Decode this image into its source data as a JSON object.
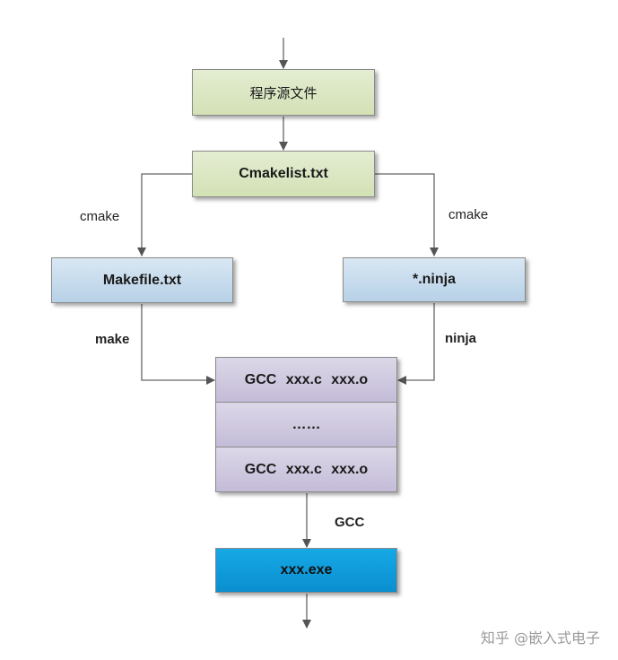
{
  "nodes": {
    "source_files": "程序源文件",
    "cmakelists": "Cmakelist.txt",
    "makefile": "Makefile.txt",
    "ninja_file": "*.ninja",
    "gcc_row_1": "GCC  xxx.c   xxx.o",
    "gcc_row_ellipsis": "……",
    "gcc_row_2": "GCC  xxx.c   xxx.o",
    "executable": "xxx.exe"
  },
  "edge_labels": {
    "cmake_left": "cmake",
    "cmake_right": "cmake",
    "make": "make",
    "ninja": "ninja",
    "gcc": "GCC"
  },
  "watermark": "知乎 @嵌入式电子",
  "colors": {
    "green_fill": "#d3e1b5",
    "blue_fill": "#b7d1e7",
    "lilac_fill": "#c4bcd8",
    "cyan_fill": "#0a8fcf",
    "arrow": "#555555"
  }
}
